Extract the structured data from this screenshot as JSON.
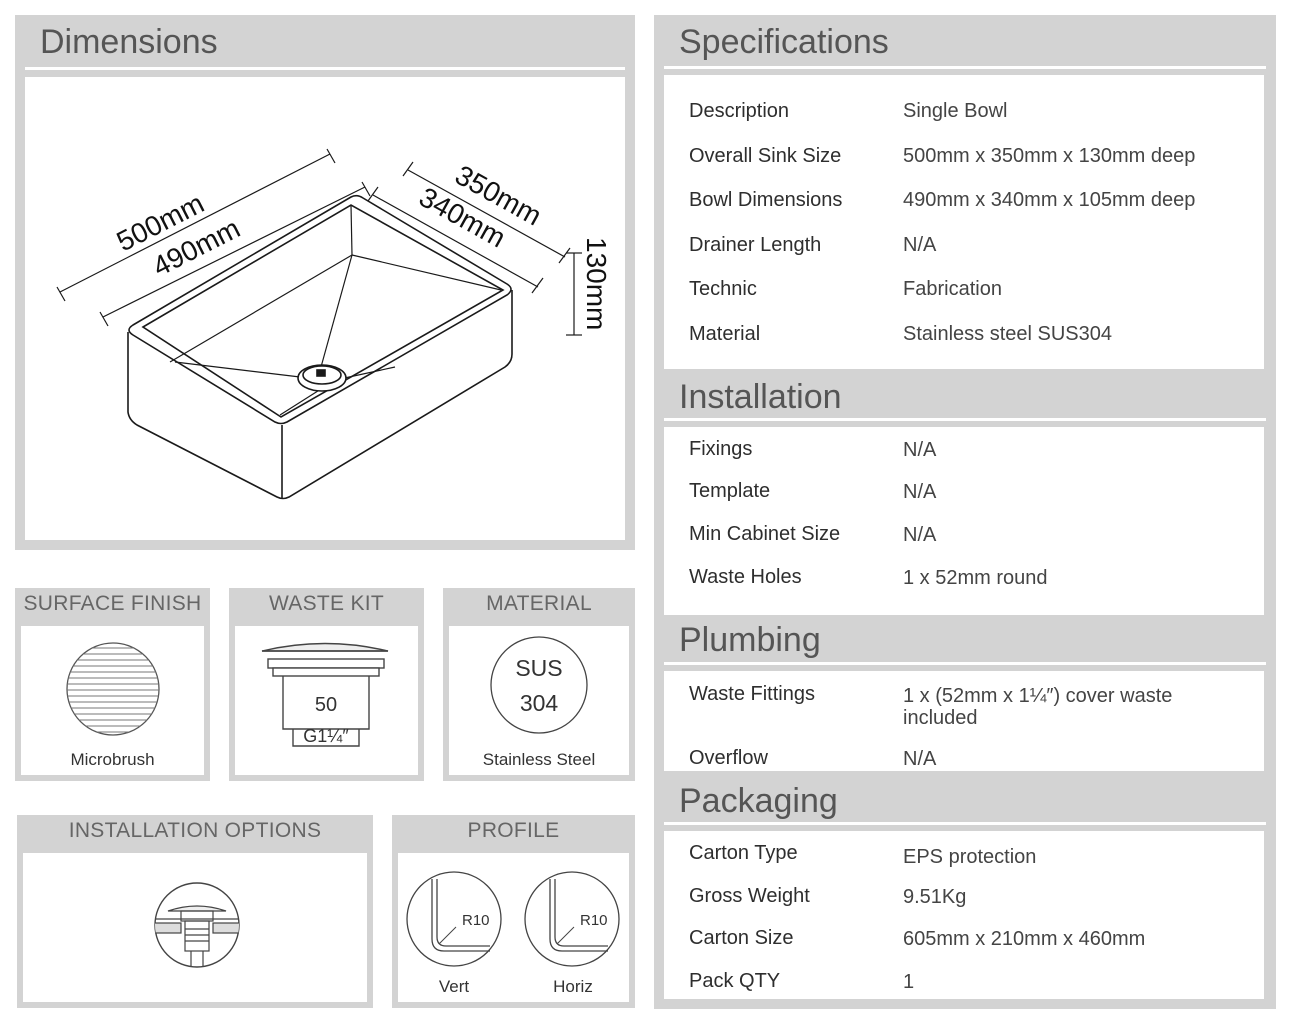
{
  "dimensions": {
    "title": "Dimensions",
    "outer_length": "500mm",
    "inner_length": "490mm",
    "outer_width": "350mm",
    "inner_width": "340mm",
    "height": "130mm"
  },
  "surface_finish": {
    "title": "SURFACE FINISH",
    "label": "Microbrush"
  },
  "waste_kit": {
    "title": "WASTE KIT",
    "size": "50",
    "thread": "G1¼″"
  },
  "material": {
    "title": "MATERIAL",
    "grade_top": "SUS",
    "grade_bottom": "304",
    "label": "Stainless Steel"
  },
  "installation_options": {
    "title": "INSTALLATION OPTIONS"
  },
  "profile": {
    "title": "PROFILE",
    "vert": {
      "radius": "R10",
      "label": "Vert"
    },
    "horiz": {
      "radius": "R10",
      "label": "Horiz"
    }
  },
  "specifications": {
    "title": "Specifications",
    "rows": [
      {
        "label": "Description",
        "value": "Single Bowl"
      },
      {
        "label": "Overall Sink Size",
        "value": "500mm x 350mm x 130mm deep"
      },
      {
        "label": "Bowl Dimensions",
        "value": "490mm x 340mm x 105mm deep"
      },
      {
        "label": "Drainer Length",
        "value": "N/A"
      },
      {
        "label": "Technic",
        "value": "Fabrication"
      },
      {
        "label": "Material",
        "value": "Stainless steel SUS304"
      }
    ]
  },
  "installation": {
    "title": "Installation",
    "rows": [
      {
        "label": "Fixings",
        "value": "N/A"
      },
      {
        "label": "Template",
        "value": "N/A"
      },
      {
        "label": "Min Cabinet Size",
        "value": "N/A"
      },
      {
        "label": "Waste Holes",
        "value": "1 x 52mm round"
      }
    ]
  },
  "plumbing": {
    "title": "Plumbing",
    "rows": [
      {
        "label": "Waste Fittings",
        "value": "1 x (52mm x 1¼″) cover waste included"
      },
      {
        "label": "Overflow",
        "value": "N/A"
      }
    ]
  },
  "packaging": {
    "title": "Packaging",
    "rows": [
      {
        "label": "Carton Type",
        "value": "EPS protection"
      },
      {
        "label": "Gross Weight",
        "value": "9.51Kg"
      },
      {
        "label": "Carton Size",
        "value": "605mm x 210mm x 460mm"
      },
      {
        "label": "Pack QTY",
        "value": "1"
      }
    ]
  }
}
